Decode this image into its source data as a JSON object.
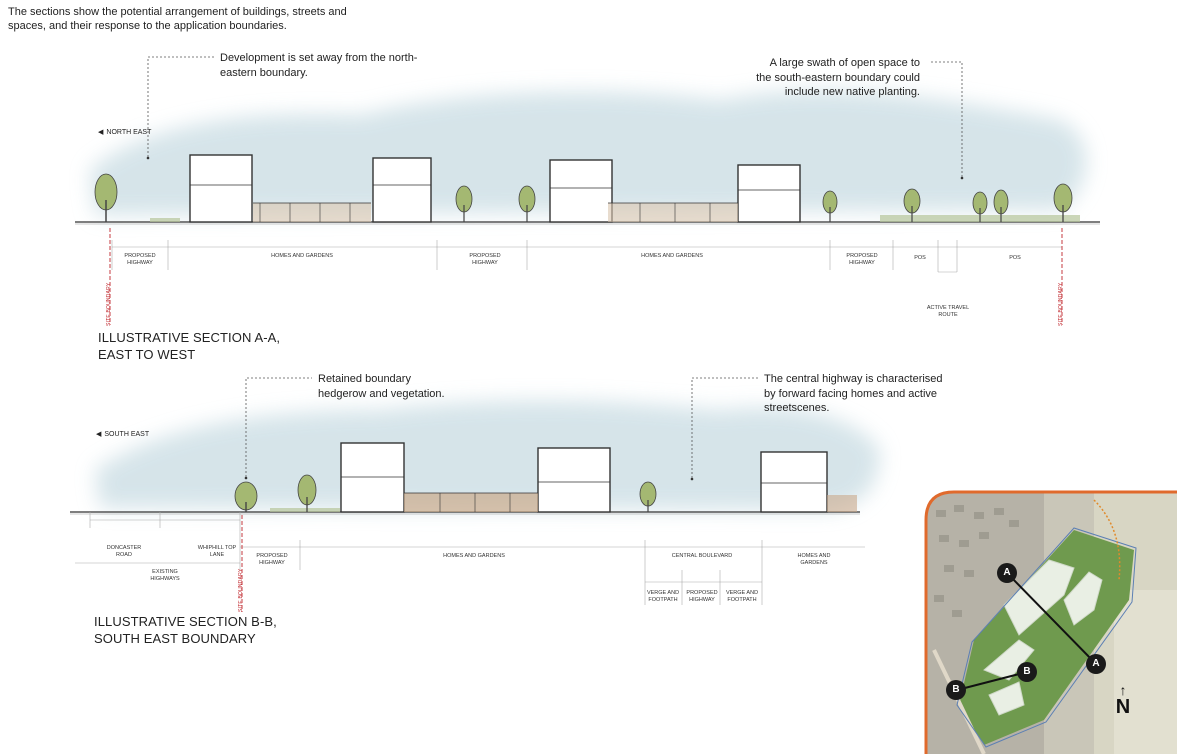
{
  "intro": "The sections show the potential arrangement of buildings, streets and spaces, and their response to the application boundaries.",
  "section_a": {
    "title_line1": "ILLUSTRATIVE SECTION A-A,",
    "title_line2": "EAST TO WEST",
    "direction": "NORTH EAST",
    "callout_left": "Development is set away from the north-eastern boundary.",
    "callout_right_1": "A large swath of open space to",
    "callout_right_2": "the south-eastern boundary could",
    "callout_right_3": "include new native planting.",
    "labels": {
      "proposed_highway_1": "PROPOSED HIGHWAY",
      "homes_gardens_1": "HOMES AND GARDENS",
      "proposed_highway_2": "PROPOSED HIGHWAY",
      "homes_gardens_2": "HOMES AND GARDENS",
      "proposed_highway_3": "PROPOSED HIGHWAY",
      "pos_1": "POS",
      "pos_2": "POS",
      "active_travel": "ACTIVE TRAVEL ROUTE",
      "site_boundary_left": "SITE BOUNDARY",
      "site_boundary_right": "SITE BOUNDARY"
    }
  },
  "section_b": {
    "title_line1": "ILLUSTRATIVE SECTION B-B,",
    "title_line2": "SOUTH EAST BOUNDARY",
    "direction": "SOUTH EAST",
    "callout_left_1": "Retained boundary",
    "callout_left_2": "hedgerow and vegetation.",
    "callout_right_1": "The central highway is characterised",
    "callout_right_2": "by forward facing homes and active",
    "callout_right_3": "streetscenes.",
    "labels": {
      "doncaster_road": "DONCASTER ROAD",
      "whiphill_lane": "WHIPHILL TOP LANE",
      "existing_highways": "EXISTING HIGHWAYS",
      "proposed_highway": "PROPOSED HIGHWAY",
      "homes_gardens_1": "HOMES AND GARDENS",
      "central_boulevard": "CENTRAL BOULEVARD",
      "verge_footpath_1": "VERGE AND FOOTPATH",
      "proposed_highway_2": "PROPOSED HIGHWAY",
      "verge_footpath_2": "VERGE AND FOOTPATH",
      "homes_gardens_2": "HOMES AND GARDENS",
      "site_boundary": "SITE BOUNDARY"
    }
  },
  "map": {
    "marker_a": "A",
    "marker_b": "B",
    "north": "N",
    "border_color": "#e06a2c"
  },
  "colors": {
    "sky": "#cfe0e6",
    "boundary": "#c0262c",
    "tree": "#9cb36a",
    "garden_brown": "#8b6a4a"
  }
}
